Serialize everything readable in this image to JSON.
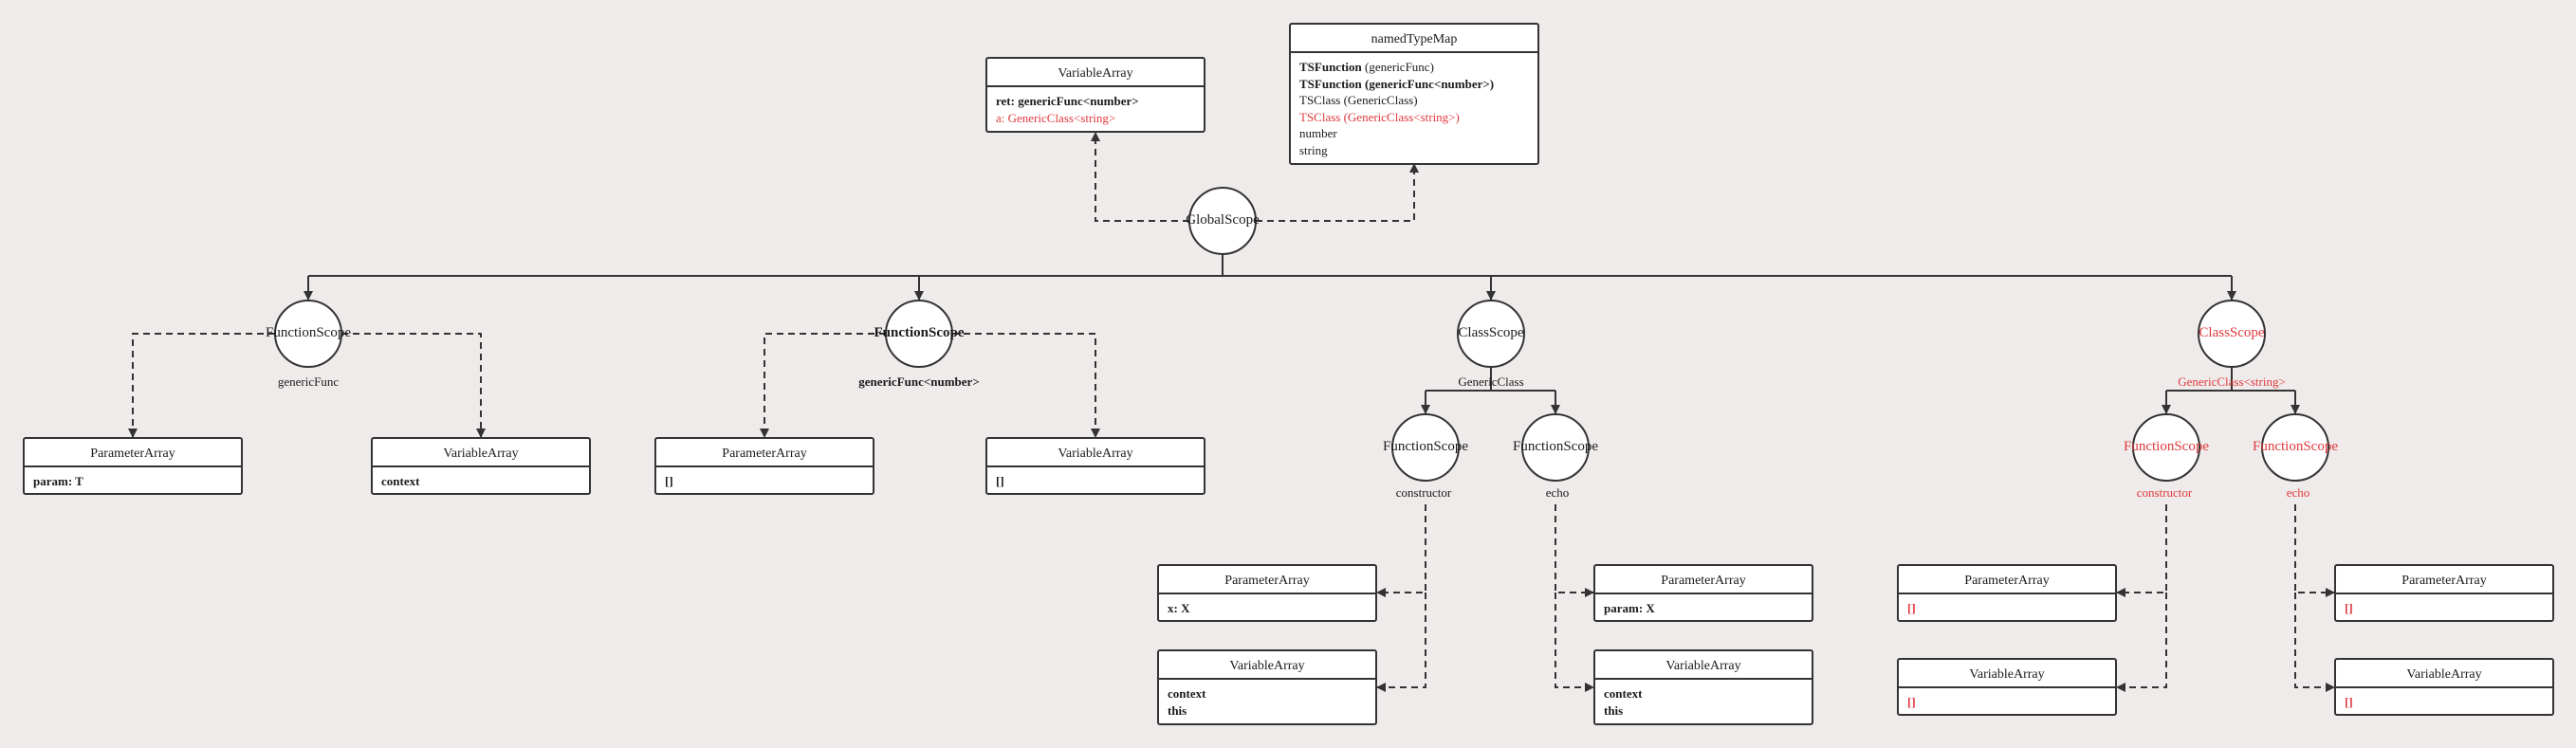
{
  "colors": {
    "background": "#efebea",
    "line": "#333333",
    "box_fill": "#ffffff",
    "accent_red": "#e0393e"
  },
  "root": {
    "label": "GlobalScope"
  },
  "top_boxes": {
    "variable_array": {
      "title": "VariableArray",
      "items": [
        "ret: genericFunc<number>",
        "a: GenericClass<string>"
      ]
    },
    "named_type_map": {
      "title": "namedTypeMap",
      "items": [
        {
          "strong": "TSFunction",
          "rest": " (genericFunc)"
        },
        {
          "strong": "TSFunction",
          "rest": " (genericFunc<number>)"
        },
        {
          "strong": "TSClass",
          "rest": " (GenericClass)"
        },
        {
          "strong": "TSClass",
          "rest": " (GenericClass<string>)"
        },
        {
          "strong": "number",
          "rest": ""
        },
        {
          "strong": "string",
          "rest": ""
        }
      ]
    }
  },
  "scopes": {
    "func1": {
      "label": "FunctionScope",
      "name": "genericFunc",
      "param_box": {
        "title": "ParameterArray",
        "items": [
          "param: T"
        ]
      },
      "var_box": {
        "title": "VariableArray",
        "items": [
          "context"
        ]
      }
    },
    "func2": {
      "label": "FunctionScope",
      "name": "genericFunc<number>",
      "param_box": {
        "title": "ParameterArray",
        "items": [
          "[]"
        ]
      },
      "var_box": {
        "title": "VariableArray",
        "items": [
          "[]"
        ]
      }
    },
    "class1": {
      "label": "ClassScope",
      "name": "GenericClass",
      "ctor": {
        "label": "FunctionScope",
        "name": "constructor",
        "param_box": {
          "title": "ParameterArray",
          "items": [
            "x: X"
          ]
        },
        "var_box": {
          "title": "VariableArray",
          "items": [
            "context",
            "this"
          ]
        }
      },
      "echo": {
        "label": "FunctionScope",
        "name": "echo",
        "param_box": {
          "title": "ParameterArray",
          "items": [
            "param: X"
          ]
        },
        "var_box": {
          "title": "VariableArray",
          "items": [
            "context",
            "this"
          ]
        }
      }
    },
    "class2": {
      "label": "ClassScope",
      "name": "GenericClass<string>",
      "ctor": {
        "label": "FunctionScope",
        "name": "constructor",
        "param_box": {
          "title": "ParameterArray",
          "items": [
            "[]"
          ]
        },
        "var_box": {
          "title": "VariableArray",
          "items": [
            "[]"
          ]
        }
      },
      "echo": {
        "label": "FunctionScope",
        "name": "echo",
        "param_box": {
          "title": "ParameterArray",
          "items": [
            "[]"
          ]
        },
        "var_box": {
          "title": "VariableArray",
          "items": [
            "[]"
          ]
        }
      }
    }
  }
}
